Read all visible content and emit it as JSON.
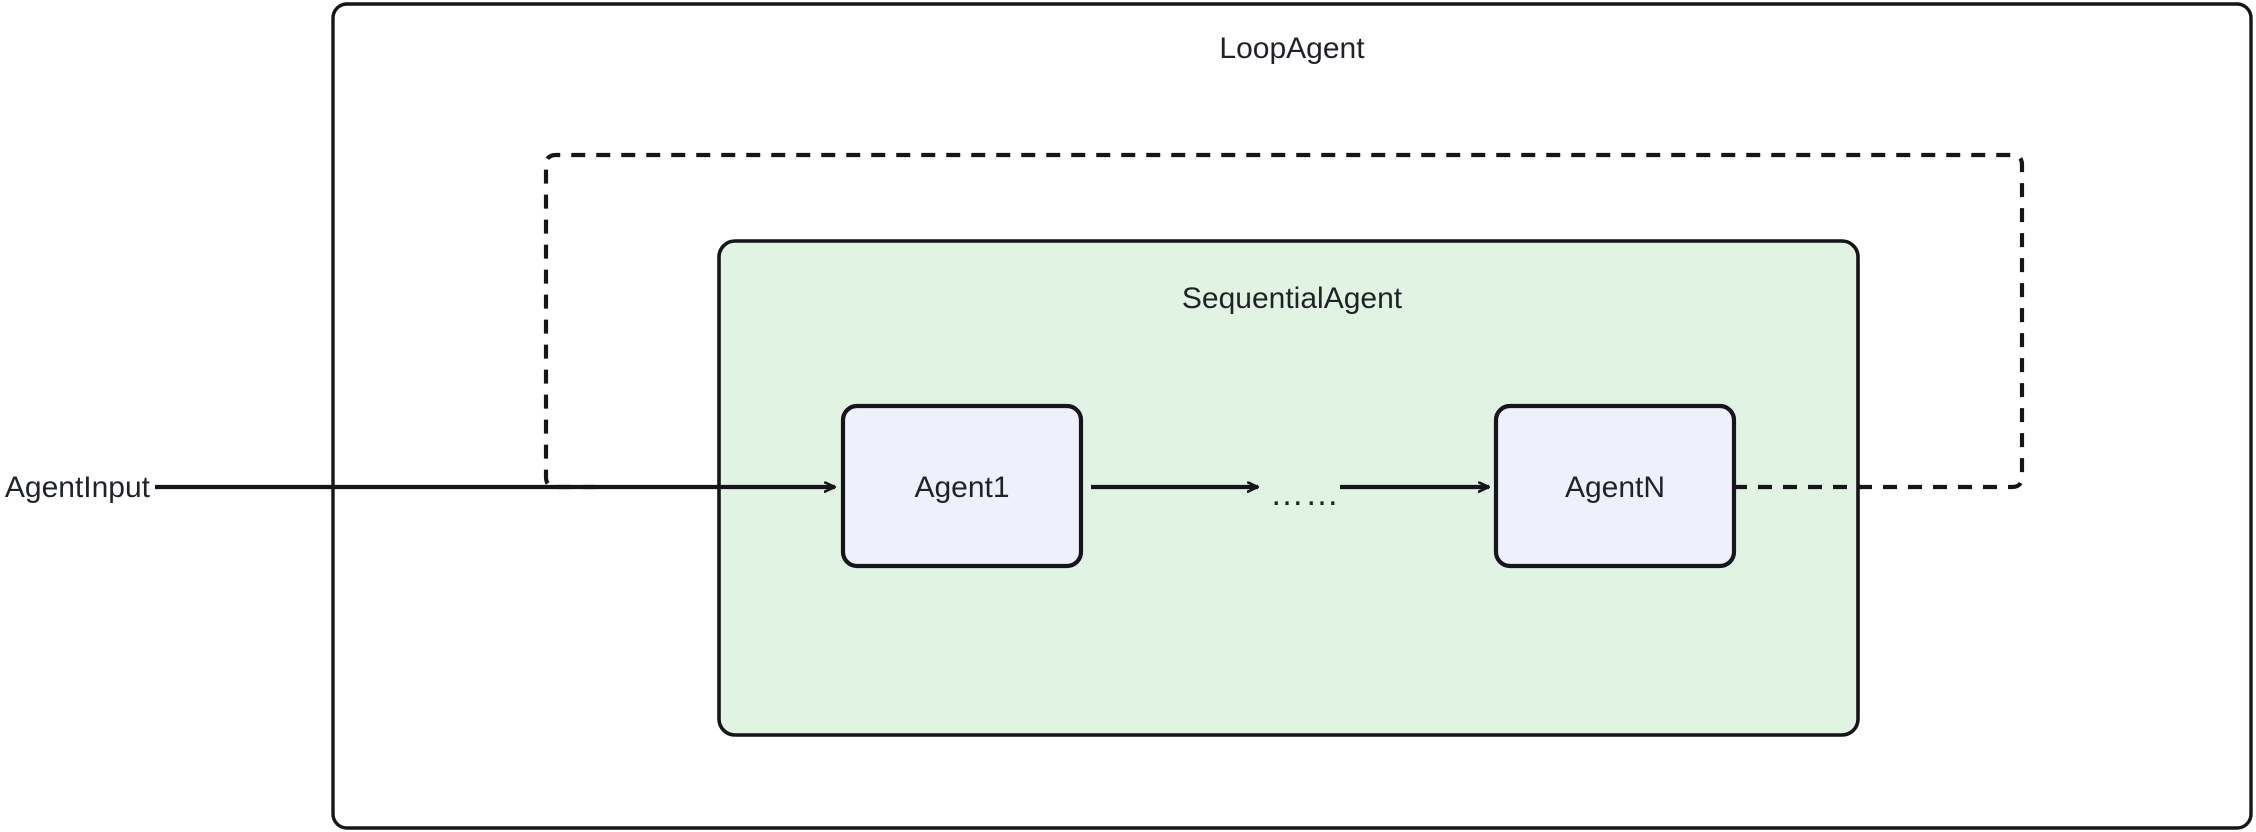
{
  "diagram": {
    "type": "flowchart",
    "title_visible": false,
    "colors": {
      "stroke": "#14161a",
      "text": "#1f2328",
      "loop_agent_fill": "#ffffff",
      "sequential_agent_fill": "#e1f4e3",
      "agent_node_fill": "#eef1fc",
      "page_background": "#ffffff"
    },
    "containers": [
      {
        "id": "loop-agent",
        "label": "LoopAgent",
        "fill": "#ffffff",
        "stroke": "#14161a",
        "style": "solid",
        "label_position": "top-center"
      },
      {
        "id": "sequential-agent",
        "label": "SequentialAgent",
        "fill": "#e1f4e3",
        "stroke": "#14161a",
        "style": "solid",
        "label_position": "top-center"
      }
    ],
    "nodes": [
      {
        "id": "agent-1",
        "label": "Agent1",
        "fill": "#eef1fc",
        "stroke": "#14161a"
      },
      {
        "id": "agent-n",
        "label": "AgentN",
        "fill": "#eef1fc",
        "stroke": "#14161a"
      }
    ],
    "edges": [
      {
        "id": "input-edge",
        "label": "AgentInput",
        "from": "external-input",
        "to": "agent-1",
        "style": "solid",
        "arrowhead": "open"
      },
      {
        "id": "agent1-to-ellipsis",
        "label": "",
        "from": "agent-1",
        "to": "ellipsis",
        "style": "solid",
        "arrowhead": "open"
      },
      {
        "id": "ellipsis-to-agentn",
        "label": "",
        "from": "ellipsis",
        "to": "agent-n",
        "style": "solid",
        "arrowhead": "open"
      },
      {
        "id": "loopback-edge",
        "label": "",
        "from": "agent-n",
        "to": "input-edge",
        "style": "dashed",
        "arrowhead": "none",
        "description": "dashed feedback loop routed right, up, across and back down to the input line"
      }
    ],
    "ellipsis_label": "……"
  }
}
